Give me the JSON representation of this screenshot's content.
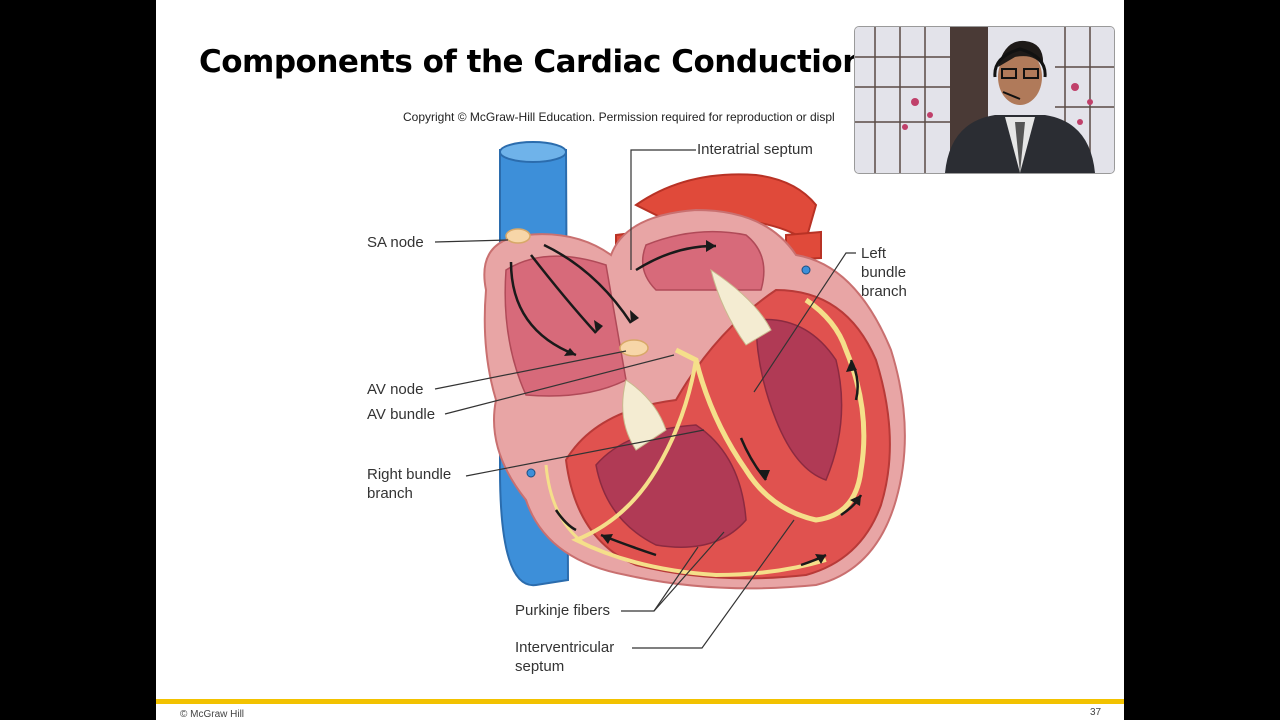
{
  "slide": {
    "title": "Components of the Cardiac Conduction Sy",
    "copyright": "Copyright © McGraw-Hill Education. Permission required for reproduction or displ",
    "footer_left": "© McGraw Hill",
    "page_number": "37"
  },
  "diagram": {
    "labels": {
      "interatrial": "Interatrial septum",
      "sa_node": "SA node",
      "left_bundle": "Left\nbundle\nbranch",
      "av_node": "AV node",
      "av_bundle": "AV bundle",
      "right_bundle": "Right bundle\nbranch",
      "purkinje": "Purkinje fibers",
      "interventricular": "Interventricular\nseptum"
    }
  },
  "webcam": {
    "name": "presenter-video"
  }
}
